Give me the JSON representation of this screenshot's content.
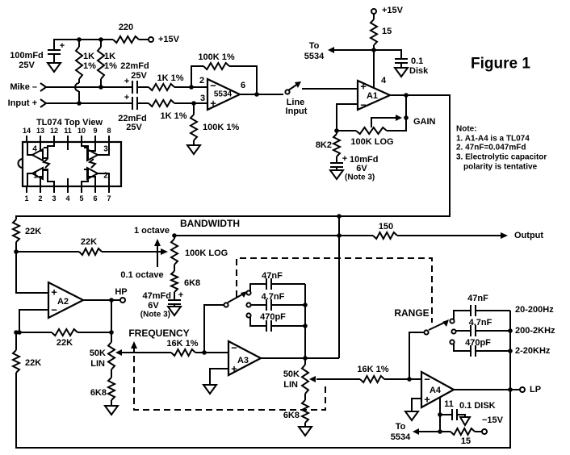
{
  "misc": {
    "plus": "+",
    "minus": "−"
  },
  "figure": "Figure 1",
  "notes": {
    "title": "Note:",
    "n1": "1. A1-A4 is a TL074",
    "n2": "2. 47nF=0.047mFd",
    "n3a": "3. Electrolytic capacitor",
    "n3b": "polarity is tentative"
  },
  "top": {
    "r220": "220",
    "v15": "+15V",
    "c100_l1": "100mFd",
    "c100_l2": "25V",
    "r1ka_l1": "1K",
    "r1ka_l2": "1%",
    "r1kb_l1": "1K",
    "r1kb_l2": "1%",
    "c22a_l1": "22mFd",
    "c22a_l2": "25V",
    "mike": "Mike –",
    "input": "Input +",
    "r1kc": "1K 1%",
    "r1kd": "1K 1%",
    "c22b_l1": "22mFd",
    "c22b_l2": "25V",
    "r100k_fb": "100K 1%",
    "r100k_gnd": "100K 1%",
    "u5534": "5534",
    "pin2": "2",
    "pin3": "3",
    "pin6": "6",
    "line_l1": "Line",
    "line_l2": "Input",
    "to5534_l1": "To",
    "to5534_l2": "5534"
  },
  "tl074": {
    "title": "TL074 Top View",
    "pins_top": [
      "14",
      "13",
      "12",
      "11",
      "10",
      "9",
      "8"
    ],
    "pins_bottom": [
      "1",
      "2",
      "3",
      "4",
      "5",
      "6",
      "7"
    ],
    "amps": [
      "4",
      "3",
      "1",
      "2"
    ]
  },
  "a1": {
    "v15": "+15V",
    "r15": "15",
    "c_l1": "0.1",
    "c_l2": "Disk",
    "pin4": "4",
    "name": "A1",
    "gain": "GAIN",
    "pot": "100K LOG",
    "r8k2": "8K2",
    "c10_l1": "10mFd",
    "c10_l2": "6V",
    "c10_l3": "(Note 3)"
  },
  "svf": {
    "bandwidth": "BANDWIDTH",
    "r22k_a": "22K",
    "r22k_b": "22K",
    "r22k_c": "22K",
    "r22k_d": "22K",
    "oct1": "1 octave",
    "oct01": "0.1 octave",
    "pot100k": "100K LOG",
    "r6k8_a": "6K8",
    "c47m_l1": "47mFd",
    "c47m_l2": "6V",
    "c47m_l3": "(Note 3)",
    "a2": "A2",
    "hp": "HP",
    "freq": "FREQUENCY",
    "r16k_a": "16K 1%",
    "pot50a_l1": "50K",
    "pot50a_l2": "LIN",
    "r6k8_b": "6K8",
    "c47": "47nF",
    "c4p7": "4.7nF",
    "c470": "470pF",
    "a3": "A3",
    "pot50b_l1": "50K",
    "pot50b_l2": "LIN",
    "r6k8_c": "6K8",
    "r16k_b": "16K 1%",
    "range": "RANGE",
    "rc47": "47nF",
    "rc4p7": "4.7nF",
    "rc470": "470pF",
    "band1": "20-200Hz",
    "band2": "200-2KHz",
    "band3": "2-20KHz",
    "a4": "A4",
    "pin11": "11",
    "cdisk": "0.1 DISK",
    "v15n": "−15V",
    "r15b": "15",
    "to5534_l1": "To",
    "to5534_l2": "5534",
    "lp": "LP",
    "r150": "150",
    "output": "Output"
  }
}
